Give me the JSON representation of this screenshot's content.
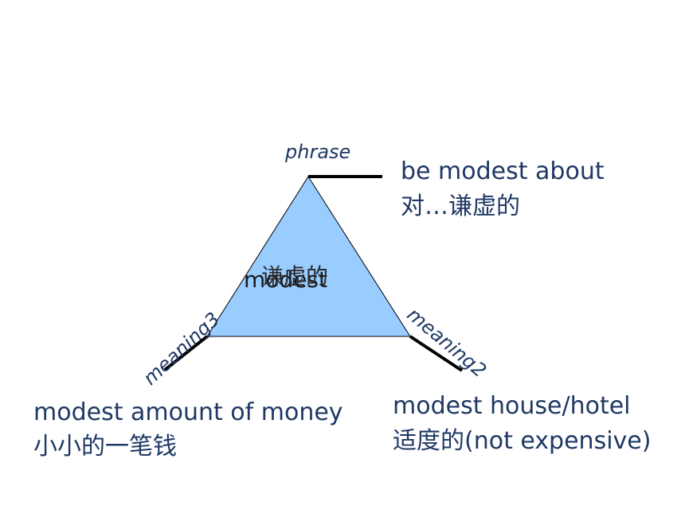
{
  "diagram": {
    "center_en": "modest",
    "center_zh": "谦虚的",
    "top": {
      "label": "phrase",
      "line1": "be modest about",
      "line2": "对…谦虚的"
    },
    "right": {
      "label": "meaning2",
      "line1": "modest house/hotel",
      "line2": "适度的(not expensive)"
    },
    "left": {
      "label": "meaning3",
      "line1": "modest amount of money",
      "line2": "小小的一笔钱"
    }
  },
  "colors": {
    "triangle_fill": "#99ccff",
    "text": "#1f3864",
    "lines": "#000000"
  }
}
